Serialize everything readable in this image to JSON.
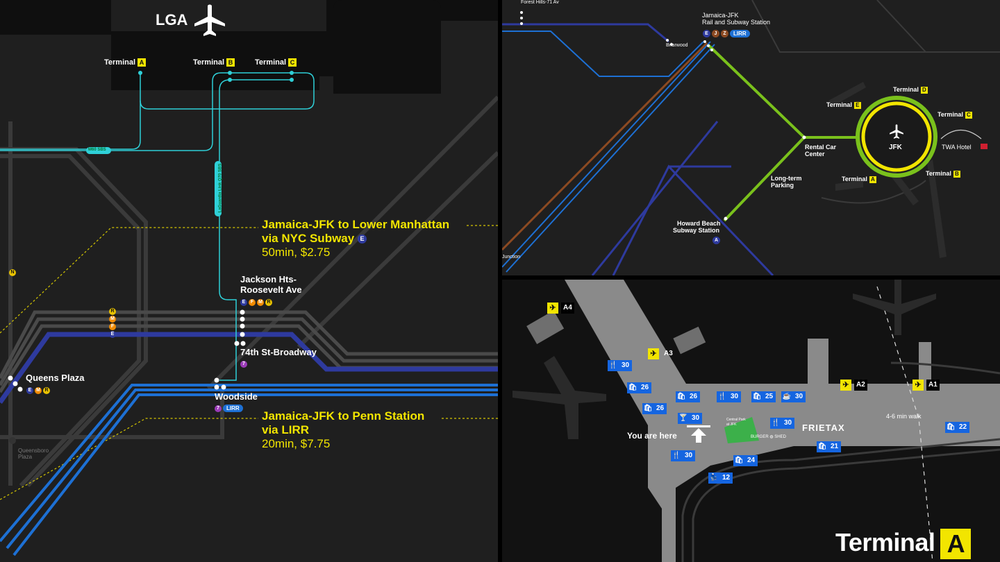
{
  "left": {
    "airport": "LGA",
    "terminals": [
      {
        "label": "Terminal",
        "letter": "A"
      },
      {
        "label": "Terminal",
        "letter": "B"
      },
      {
        "label": "Terminal",
        "letter": "C"
      }
    ],
    "bus_m60": "M60 SBS",
    "bus_q70": "LaGuardia Link Q70 SBS",
    "route1": {
      "title": "Jamaica-JFK to Lower Manhattan",
      "via": "via NYC Subway",
      "line": "E",
      "detail": "50min, $2.75"
    },
    "route2": {
      "title": "Jamaica-JFK to Penn Station",
      "via": "via LIRR",
      "detail": "20min, $7.75"
    },
    "stations": {
      "jackson_l1": "Jackson Hts-",
      "jackson_l2": "Roosevelt Ave",
      "jackson_lines": [
        "E",
        "F",
        "M",
        "R"
      ],
      "st74": "74th St-Broadway",
      "st74_line": "7",
      "queens_plaza": "Queens Plaza",
      "qp_lines": [
        "E",
        "M",
        "R"
      ],
      "woodside": "Woodside",
      "woodside_line": "7",
      "woodside_rail": "LIRR",
      "queensboro_l1": "Queensboro",
      "queensboro_l2": "Plaza",
      "trunk_lines": [
        "R",
        "M",
        "F",
        "E"
      ],
      "side_line": "N"
    }
  },
  "top_right": {
    "forest_hills": "Forest Hills-71 Av",
    "jamaica_l1": "Jamaica-JFK",
    "jamaica_l2": "Rail and Subway Station",
    "jamaica_lines": [
      "E",
      "J",
      "Z"
    ],
    "jamaica_rail": "LIRR",
    "briarwood": "Briarwood",
    "rental_l1": "Rental Car",
    "rental_l2": "Center",
    "longterm_l1": "Long-term",
    "longterm_l2": "Parking",
    "howard_l1": "Howard Beach",
    "howard_l2": "Subway Station",
    "howard_line": "A",
    "junction": "Junction",
    "airport": "JFK",
    "twa": "TWA Hotel",
    "terminals": [
      {
        "label": "Terminal",
        "letter": "D"
      },
      {
        "label": "Terminal",
        "letter": "E"
      },
      {
        "label": "Terminal",
        "letter": "C"
      },
      {
        "label": "Terminal",
        "letter": "B"
      },
      {
        "label": "Terminal",
        "letter": "A"
      }
    ]
  },
  "bottom_right": {
    "gates": [
      "A4",
      "A3",
      "A2",
      "A1"
    ],
    "you_are_here": "You are here",
    "walk": "4-6 min walk",
    "frietax": "FRIETAX",
    "central_park_l1": "Central Park",
    "central_park_l2": "at JFK",
    "burger": "BURGER",
    "shed": "SHED",
    "amenities": [
      {
        "icon": "🍴",
        "num": "30"
      },
      {
        "icon": "🛍",
        "num": "26"
      },
      {
        "icon": "🛍",
        "num": "26"
      },
      {
        "icon": "🛍",
        "num": "26"
      },
      {
        "icon": "🍴",
        "num": "30"
      },
      {
        "icon": "🛍",
        "num": "25"
      },
      {
        "icon": "☕",
        "num": "30"
      },
      {
        "icon": "🍸",
        "num": "30"
      },
      {
        "icon": "🍴",
        "num": "30"
      },
      {
        "icon": "🛍",
        "num": "22"
      },
      {
        "icon": "🛍",
        "num": "21"
      },
      {
        "icon": "🛍",
        "num": "24"
      },
      {
        "icon": "🍴",
        "num": "30"
      },
      {
        "icon": "💺",
        "num": "12"
      }
    ],
    "title": "Terminal",
    "title_letter": "A"
  },
  "colors": {
    "yellow": "#f2e500",
    "blue_e": "#2e3a9e",
    "lirr_blue": "#1d70d4",
    "cyan": "#2fd0d8",
    "green": "#7ac11c",
    "brown": "#8c4a22"
  }
}
